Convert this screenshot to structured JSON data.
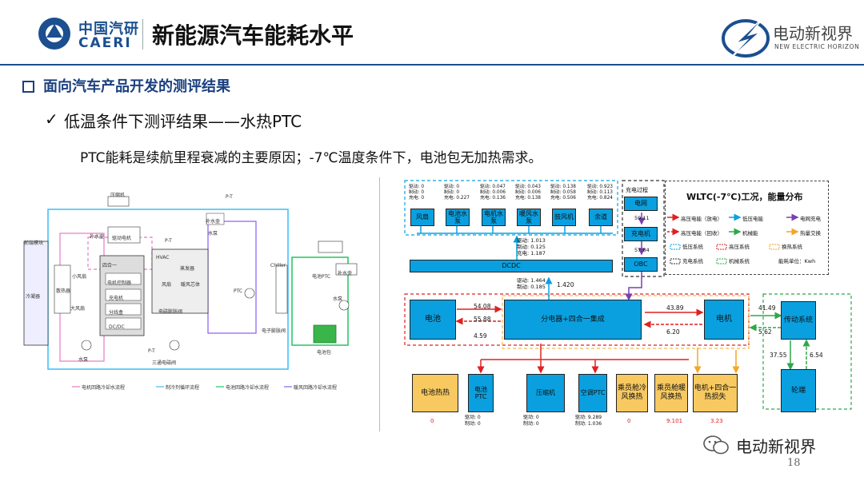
{
  "header": {
    "org_cn": "中国汽研",
    "org_en": "CAERI",
    "title": "新能源汽车能耗水平",
    "brand_cn": "电动新视界",
    "brand_en": "NEW ELECTRIC HORIZON"
  },
  "section": {
    "title": "面向汽车产品开发的测评结果",
    "bullet": "低温条件下测评结果——水热PTC",
    "description": "PTC能耗是续航里程衰减的主要原因；-7℃温度条件下，电池包无加热需求。"
  },
  "left_diagram": {
    "labels": [
      "压缩机",
      "P-T",
      "补水壶",
      "驱动电机",
      "前端模块",
      "冷凝器",
      "散热器",
      "小风扇",
      "大风扇",
      "四合一",
      "电机控制器",
      "充电机",
      "分线盒",
      "DC/DC",
      "水泵",
      "HVAC",
      "蒸发器",
      "风扇",
      "暖风芯体",
      "电磁膨胀阀",
      "PTC",
      "Chiller",
      "电子膨胀阀",
      "电池PTC",
      "补水壶",
      "电池包",
      "三通电磁阀",
      "P-T",
      "P-T",
      "水泵",
      "水泵",
      "补水壶"
    ],
    "legend": [
      "电机回路冷却水流程",
      "制冷剂循环流程",
      "电池回路冷却水流程",
      "暖风回路冷却水流程"
    ]
  },
  "right_diagram": {
    "loads": [
      {
        "name": "风扇",
        "vals": "驱动: 0\n制动: 0\n充电: 0"
      },
      {
        "name": "电池水泵",
        "vals": "驱动: 0\n制动: 0\n充电: 0.227"
      },
      {
        "name": "电机水泵",
        "vals": "驱动: 0.047\n制动: 0.006\n充电: 0.136"
      },
      {
        "name": "暖风水泵",
        "vals": "驱动: 0.043\n制动: 0.006\n充电: 0.138"
      },
      {
        "name": "鼓风机",
        "vals": "驱动: 0.138\n制动: 0.058\n充电: 0.506"
      },
      {
        "name": "余道",
        "vals": "驱动: 0.923\n制动: 0.113\n充电: 0.824"
      }
    ],
    "dcdc": "DCDC",
    "dcdc_vals": "驱动: 1.013\n制动: 0.125\n充电: 1.187",
    "pdu_vals": "驱动: 1.464\n制动: 0.185",
    "pdu_in": "1.420",
    "battery": "电池",
    "pdu": "分电器+四合一集成",
    "motor": "电机",
    "transmission": "传动系统",
    "wheel": "轮端",
    "grid_title": "充电过程",
    "grid": "电网",
    "charger": "充电机",
    "obc": "OBC",
    "grid_val": "59.11",
    "obc_val": "57.84",
    "flow_54": "54.08",
    "flow_55": "55.88",
    "flow_459": "4.59",
    "flow_4389": "43.89",
    "flow_620": "6.20",
    "flow_4149": "41.49",
    "flow_562": "5.62",
    "flow_3755": "37.55",
    "flow_654": "6.54",
    "bottom": [
      {
        "name": "电池热热",
        "val": "0",
        "yellow": true,
        "vals": ""
      },
      {
        "name": "电池PTC",
        "val": "",
        "yellow": false,
        "vals": "驱动: 0\n制动: 0"
      },
      {
        "name": "压缩机",
        "val": "",
        "yellow": false,
        "vals": "驱动: 0\n制动: 0"
      },
      {
        "name": "空调PTC",
        "val": "",
        "yellow": false,
        "vals": "驱动: 9.289\n制动: 1.036"
      },
      {
        "name": "乘员舱冷风换热",
        "val": "0",
        "yellow": true,
        "vals": ""
      },
      {
        "name": "乘员舱暖风换热",
        "val": "9.101",
        "yellow": true,
        "vals": ""
      },
      {
        "name": "电机+四合一热损失",
        "val": "3.23",
        "yellow": true,
        "vals": ""
      }
    ],
    "legend_title": "WLTC(-7℃)工况，能量分布",
    "legend_items": [
      "高压电能（放电）",
      "低压电能",
      "电网充电",
      "高压电能（回收）",
      "机械能",
      "热量交换",
      "低压系统",
      "高压系统",
      "换热系统",
      "充电系统",
      "机械系统",
      "能耗单位：Kwh"
    ]
  },
  "page_number": "18",
  "watermark": "电动新视界",
  "colors": {
    "brand_blue": "#1b4f8f",
    "box_blue": "#0aa0e0",
    "box_yellow": "#f7c960",
    "red": "#e02020",
    "green": "#2ea84a",
    "purple": "#7a3fb0",
    "orange": "#f5a623"
  }
}
